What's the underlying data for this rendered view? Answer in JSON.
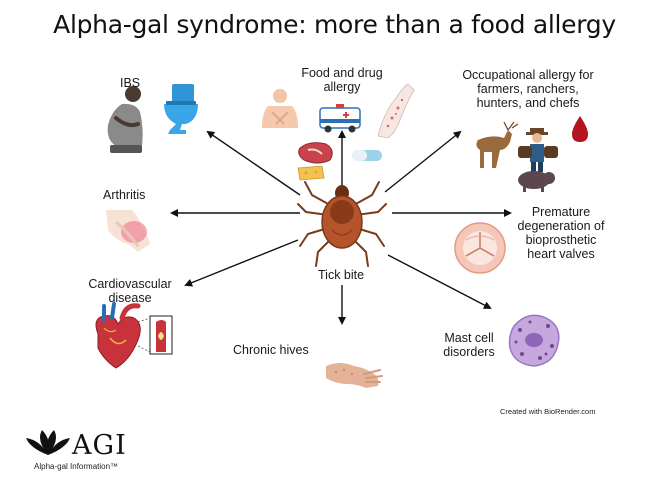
{
  "title": "Alpha-gal syndrome: more than a food allergy",
  "center": {
    "label": "Tick bite"
  },
  "nodes": {
    "ibs": "IBS",
    "food": [
      "Food and drug",
      "allergy"
    ],
    "occupational": [
      "Occupational allergy for",
      "farmers, ranchers,",
      "hunters, and chefs"
    ],
    "arthritis": "Arthritis",
    "premature": [
      "Premature",
      "degeneration of",
      "bioprosthetic",
      "heart valves"
    ],
    "cardio": [
      "Cardiovascular",
      "disease"
    ],
    "hives": "Chronic hives",
    "mast": [
      "Mast cell",
      "disorders"
    ]
  },
  "credit": "Created with BioRender.com",
  "logo": {
    "text": "AGI",
    "subtitle": "Alpha-gal Information™"
  }
}
